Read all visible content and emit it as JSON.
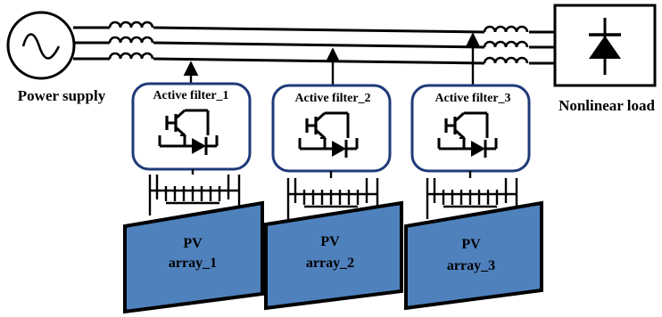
{
  "labels": {
    "power_supply": "Power supply",
    "nonlinear_load": "Nonlinear load"
  },
  "filters": [
    {
      "label": "Active filter_1"
    },
    {
      "label": "Active filter_2"
    },
    {
      "label": "Active filter_3"
    }
  ],
  "pv_arrays": [
    {
      "line1": "PV",
      "line2": "array_1"
    },
    {
      "line1": "PV",
      "line2": "array_2"
    },
    {
      "line1": "PV",
      "line2": "array_3"
    }
  ],
  "colors": {
    "line": "#000000",
    "filter_border": "#1f3a78",
    "pv_fill": "#4f81bd",
    "pv_border": "#000000",
    "background": "#ffffff"
  },
  "icons": {
    "source": "ac-source-icon",
    "load": "diode-icon",
    "switch": "igbt-diode-icon",
    "panel_grid": "pv-connection-grid-icon"
  }
}
